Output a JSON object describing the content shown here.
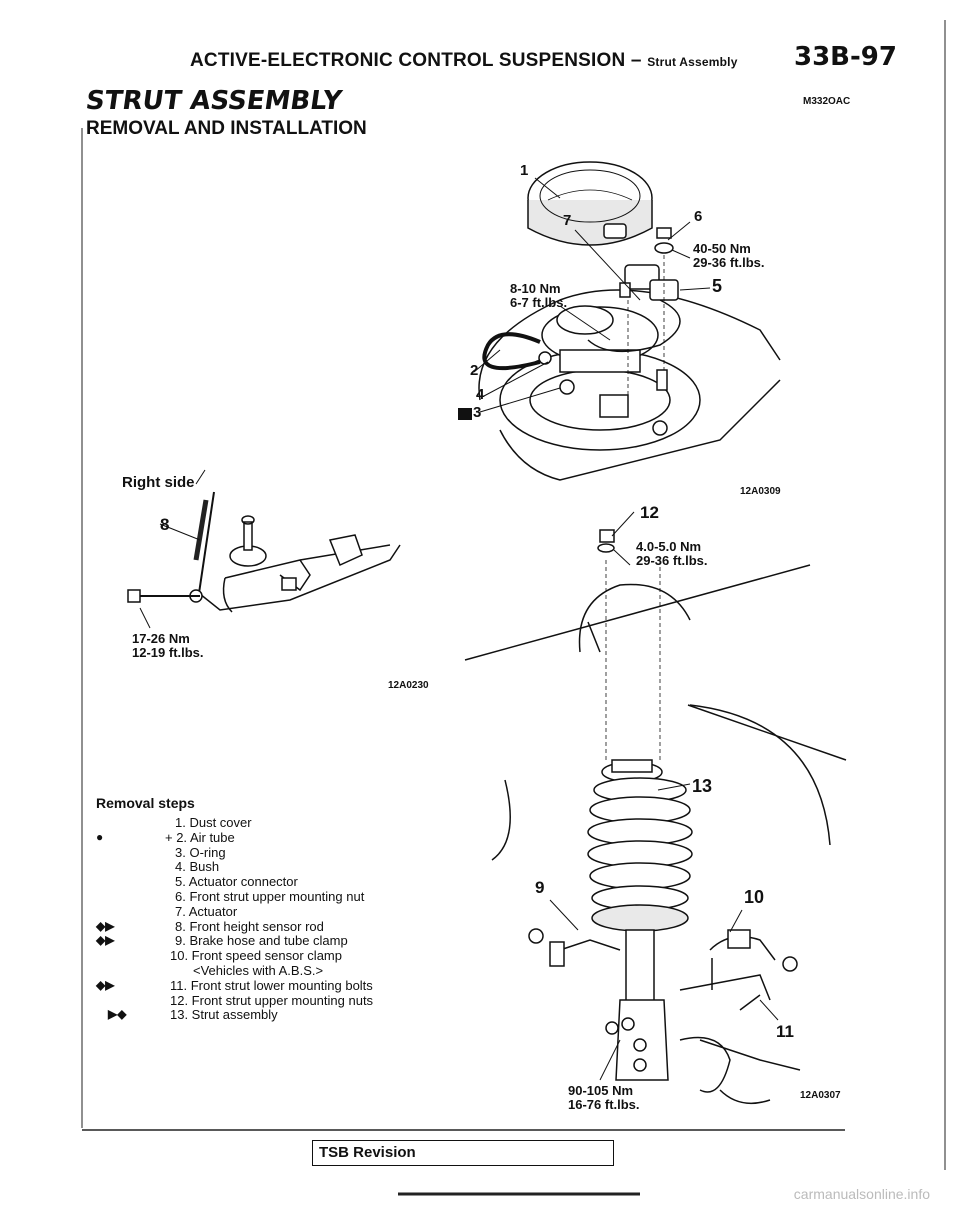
{
  "header": {
    "section": "ACTIVE-ELECTRONIC CONTROL SUSPENSION",
    "dash": "–",
    "subsection": "Strut Assembly",
    "page_number": "33B-97"
  },
  "title": "STRUT ASSEMBLY",
  "doc_code": "M332OAC",
  "subtitle": "REMOVAL AND INSTALLATION",
  "figures": {
    "top": {
      "code": "12A0309",
      "callouts": [
        "1",
        "2",
        "3",
        "4",
        "5",
        "6",
        "7"
      ],
      "torque_a": {
        "line1": "40-50 Nm",
        "line2": "29-36 ft.lbs."
      },
      "torque_b": {
        "line1": "8-10 Nm",
        "line2": "6-7 ft.lbs."
      }
    },
    "right_side": {
      "label": "Right side",
      "code": "12A0230",
      "callout": "8",
      "torque": {
        "line1": "17-26 Nm",
        "line2": "12-19 ft.lbs."
      }
    },
    "strut": {
      "code": "12A0307",
      "callouts": [
        "9",
        "10",
        "11",
        "12",
        "13"
      ],
      "torque_top": {
        "line1": "4.0-5.0 Nm",
        "line2": "29-36 ft.lbs."
      },
      "torque_bottom": {
        "line1": "90-105 Nm",
        "line2": "16-76 ft.lbs."
      }
    }
  },
  "removal_steps": {
    "title": "Removal steps",
    "items": [
      {
        "mark": "",
        "text": "1. Dust cover"
      },
      {
        "mark": "●",
        "text": "+ 2. Air tube"
      },
      {
        "mark": "",
        "text": "3. O-ring"
      },
      {
        "mark": "",
        "text": "4. Bush"
      },
      {
        "mark": "",
        "text": "5. Actuator connector"
      },
      {
        "mark": "",
        "text": "6. Front strut upper mounting nut"
      },
      {
        "mark": "",
        "text": "7. Actuator"
      },
      {
        "mark": "◆▶",
        "text": "8. Front height sensor rod"
      },
      {
        "mark": "◆▶",
        "text": "9. Brake hose and tube clamp"
      },
      {
        "mark": "",
        "text": "10. Front speed sensor clamp"
      },
      {
        "mark": "",
        "text": "<Vehicles with A.B.S.>"
      },
      {
        "mark": "◆▶",
        "text": "11. Front strut lower mounting bolts"
      },
      {
        "mark": "",
        "text": "12. Front strut upper mounting nuts"
      },
      {
        "mark": "▶◆",
        "text": "13. Strut assembly"
      }
    ]
  },
  "footer": {
    "tsb": "TSB Revision",
    "watermark": "carmanualsonline.info"
  }
}
